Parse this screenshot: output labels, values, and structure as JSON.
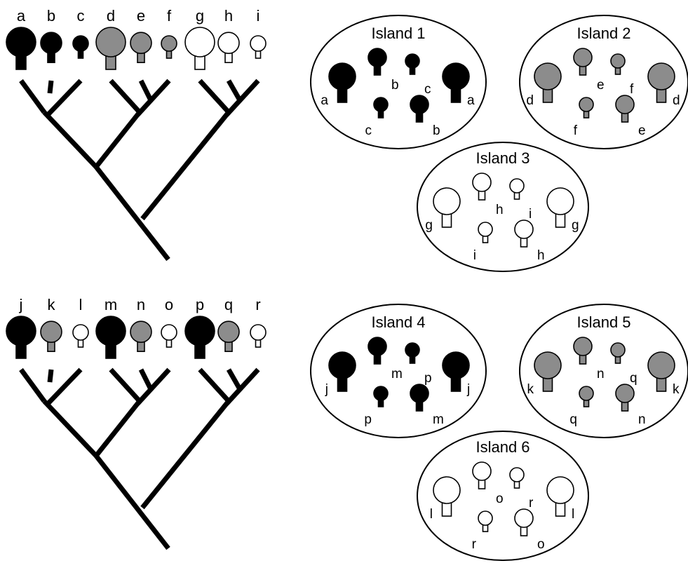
{
  "colors": {
    "black": "#000000",
    "gray": "#8c8c8c",
    "white": "#ffffff",
    "stroke": "#000000"
  },
  "top": {
    "tip_labels": [
      "a",
      "b",
      "c",
      "d",
      "e",
      "f",
      "g",
      "h",
      "i"
    ],
    "islands": [
      {
        "name": "Island 1",
        "species": [
          "a",
          "b",
          "c",
          "a",
          "c",
          "b"
        ]
      },
      {
        "name": "Island 2",
        "species": [
          "d",
          "e",
          "f",
          "d",
          "f",
          "e"
        ]
      },
      {
        "name": "Island 3",
        "species": [
          "g",
          "h",
          "i",
          "g",
          "i",
          "h"
        ]
      }
    ]
  },
  "bottom": {
    "tip_labels": [
      "j",
      "k",
      "l",
      "m",
      "n",
      "o",
      "p",
      "q",
      "r"
    ],
    "islands": [
      {
        "name": "Island 4",
        "species": [
          "j",
          "m",
          "p",
          "j",
          "p",
          "m"
        ]
      },
      {
        "name": "Island 5",
        "species": [
          "k",
          "n",
          "q",
          "k",
          "q",
          "n"
        ]
      },
      {
        "name": "Island 6",
        "species": [
          "l",
          "o",
          "r",
          "l",
          "r",
          "o"
        ]
      }
    ]
  }
}
